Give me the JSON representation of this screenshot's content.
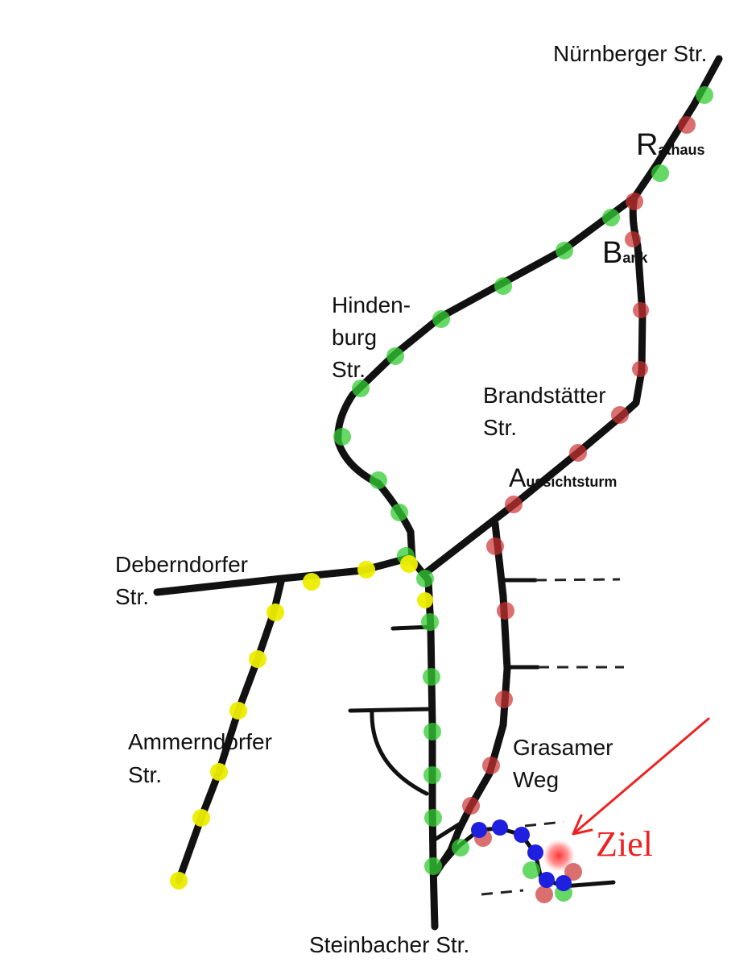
{
  "labels": {
    "nuernberger": "Nürnberger Str.",
    "rathaus_initial": "R",
    "rathaus_rest": "athaus",
    "bank_initial": "B",
    "bank_rest": "ank",
    "hindenburg_1": "Hinden-",
    "hindenburg_2": "burg",
    "hindenburg_3": "Str.",
    "brandstaetter_1": "Brandstätter",
    "brandstaetter_2": "Str.",
    "aussicht_initial": "A",
    "aussicht_rest": "ussichtsturm",
    "deberndorfer_1": "Deberndorfer",
    "deberndorfer_2": "Str.",
    "ammerndorfer_1": "Ammerndorfer",
    "ammerndorfer_2": "Str.",
    "grasamer_1": "Grasamer",
    "grasamer_2": "Weg",
    "steinbacher": "Steinbacher Str.",
    "ziel": "Ziel"
  },
  "colors": {
    "road": "#111111",
    "green_stop": "#33cc33",
    "red_stop": "#cc3333",
    "yellow_stop": "#eeee00",
    "blue_stop": "#1f1fe0",
    "ziel": "#ee2222"
  }
}
